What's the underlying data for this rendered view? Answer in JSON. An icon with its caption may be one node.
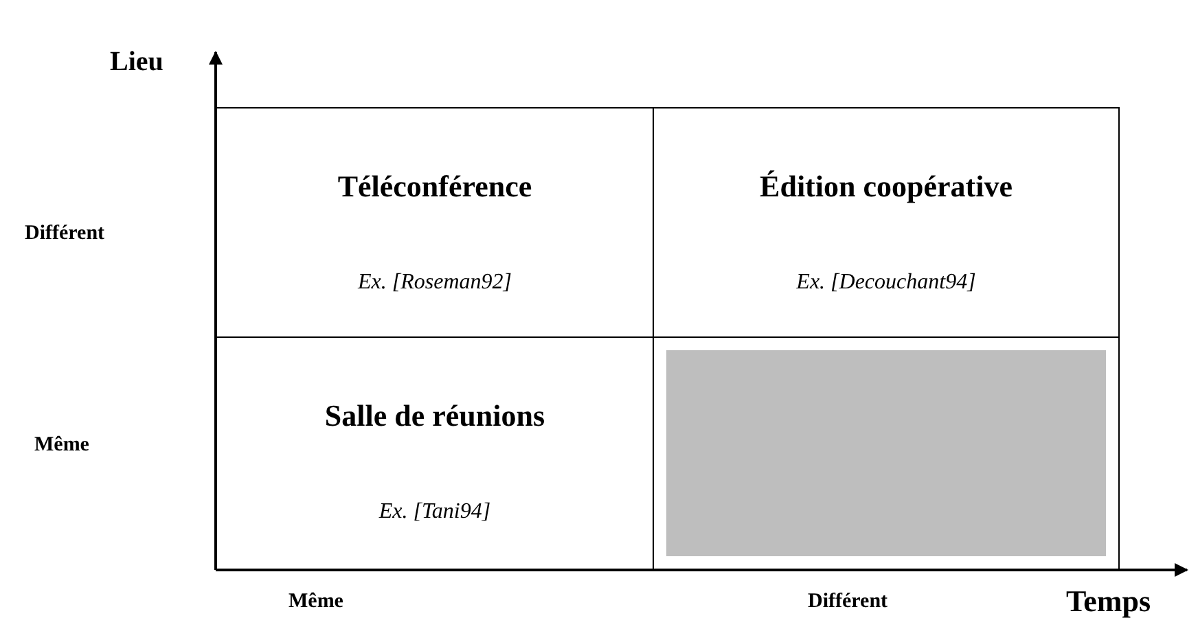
{
  "diagram": {
    "nodes": [
      {
        "text": [
          "Téléconférence",
          "Ex. [Roseman92]"
        ]
      },
      {
        "text": [
          "Édition coopérative",
          "Ex. [Decouchant94]"
        ]
      },
      {
        "text": [
          "Salle de réunions",
          "Ex. [Tani94]"
        ]
      },
      {
        "text": [],
        "shape": "box"
      }
    ],
    "edges": [],
    "labels": [
      "Lieu",
      "Différent",
      "Même",
      "Même",
      "Différent",
      "Temps"
    ]
  }
}
